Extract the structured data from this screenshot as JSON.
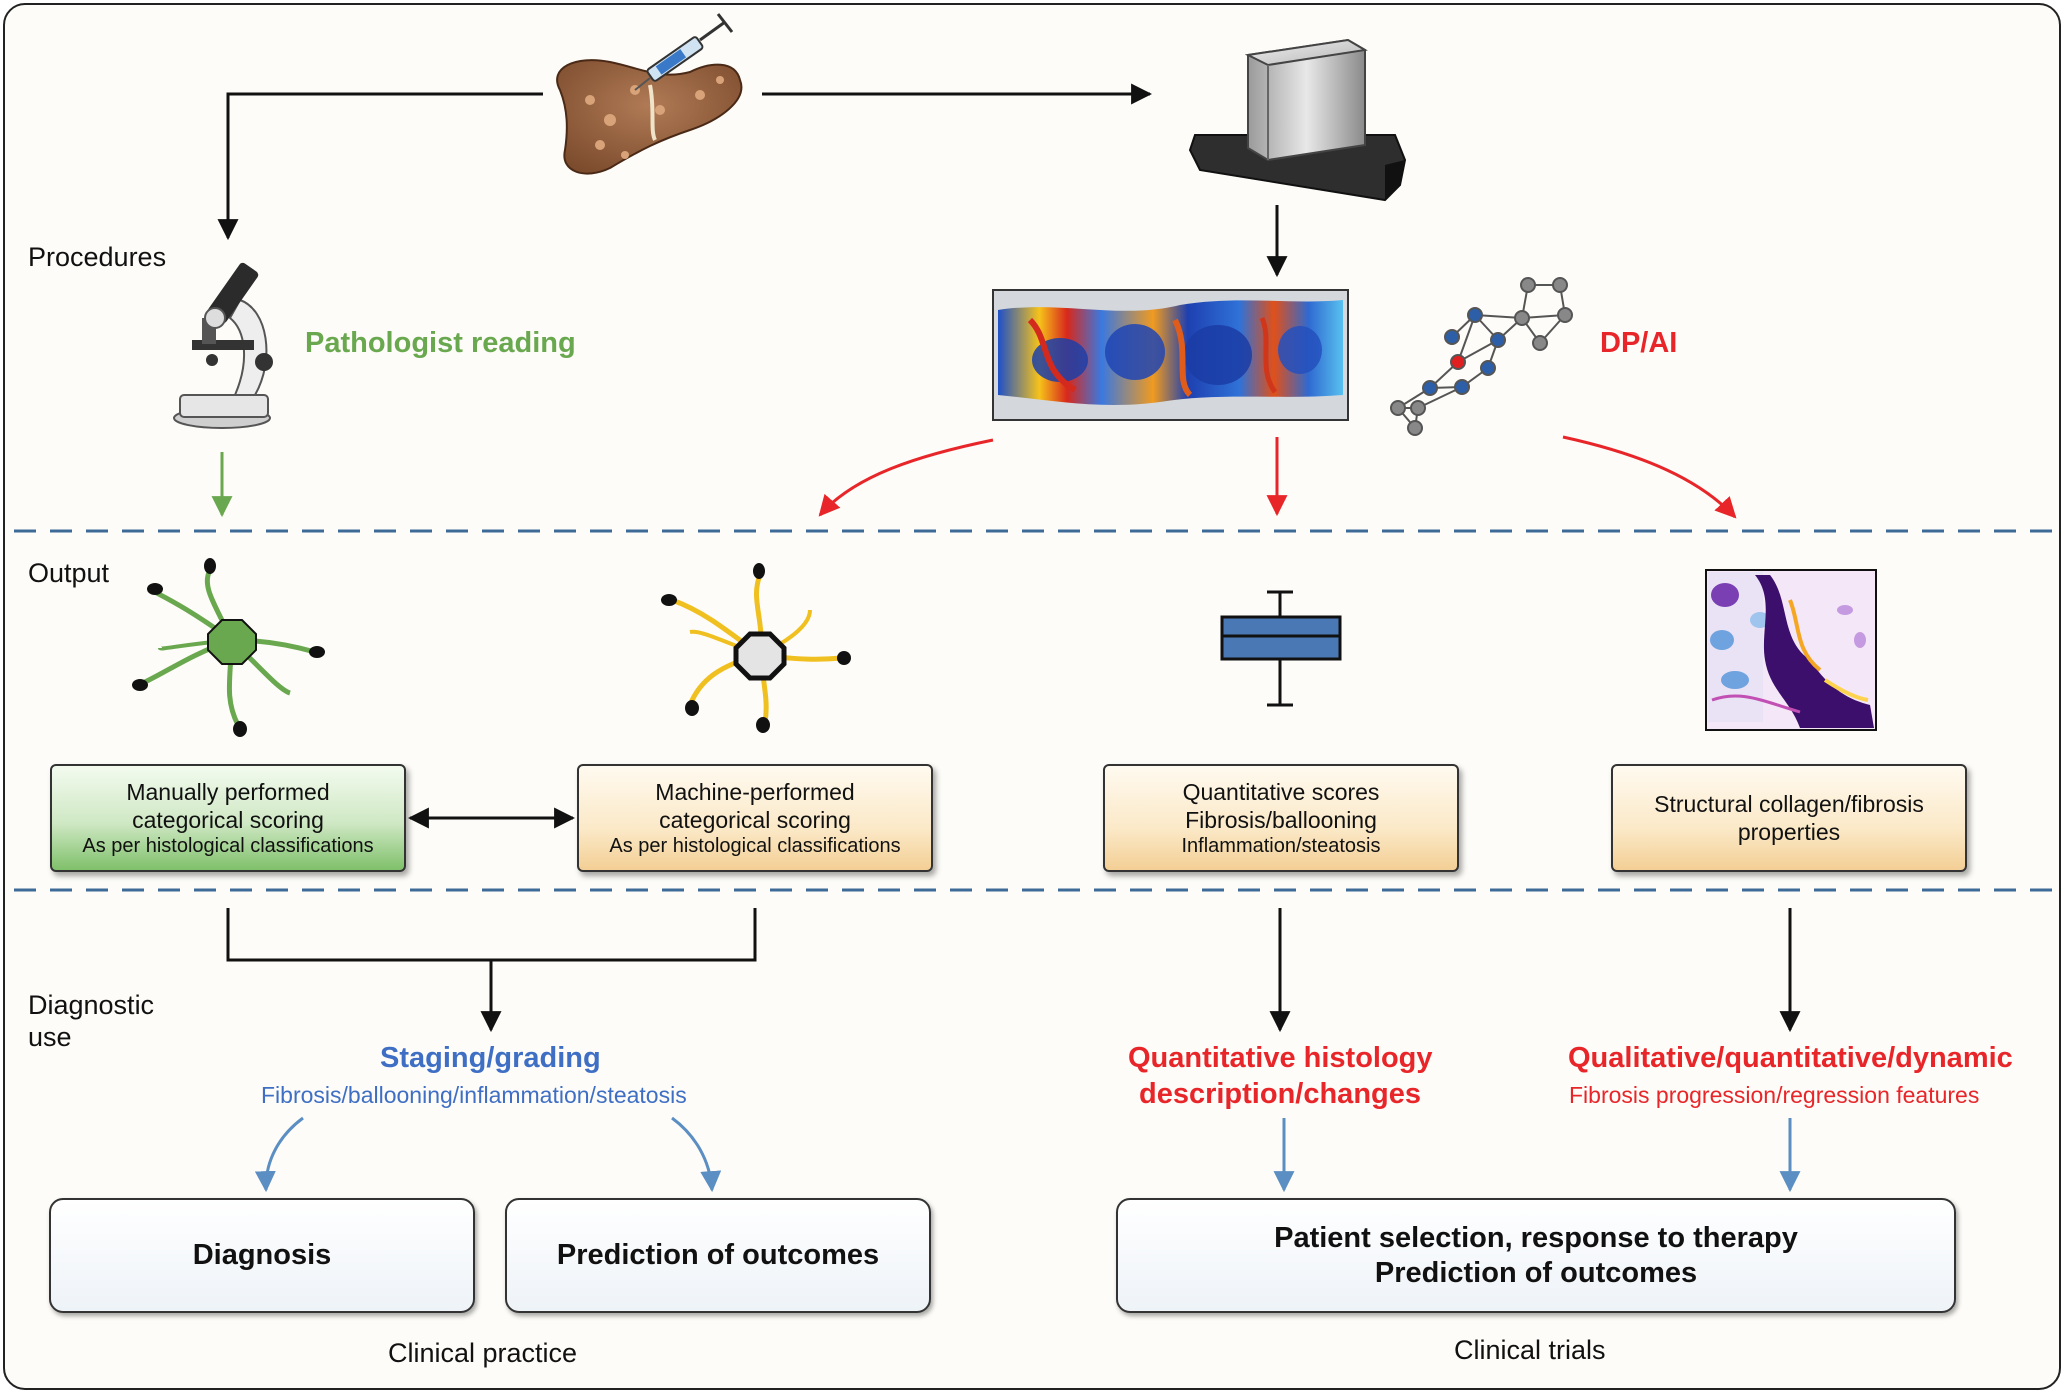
{
  "sections": {
    "procedures": "Procedures",
    "output": "Output",
    "diagnostic_use_line1": "Diagnostic",
    "diagnostic_use_line2": "use"
  },
  "procedures": {
    "pathologist_reading": "Pathologist reading",
    "dp_ai": "DP/AI"
  },
  "outputs": {
    "manual": {
      "line1": "Manually performed",
      "line2": "categorical scoring",
      "line3": "As per histological classifications"
    },
    "machine": {
      "line1": "Machine-performed",
      "line2": "categorical scoring",
      "line3": "As per histological classifications"
    },
    "quantitative": {
      "line1": "Quantitative scores",
      "line2": "Fibrosis/ballooning",
      "line3": "Inflammation/steatosis"
    },
    "structural": {
      "line1": "Structural collagen/fibrosis",
      "line2": "properties"
    }
  },
  "diagnostic": {
    "staging_title": "Staging/grading",
    "staging_sub": "Fibrosis/ballooning/inflammation/steatosis",
    "quant_title_line1": "Quantitative histology",
    "quant_title_line2": "description/changes",
    "qual_title": "Qualitative/quantitative/dynamic",
    "qual_sub": "Fibrosis progression/regression features"
  },
  "uses": {
    "diagnosis": "Diagnosis",
    "prediction": "Prediction of outcomes",
    "trials_line1": "Patient selection, response to therapy",
    "trials_line2": "Prediction of outcomes"
  },
  "footers": {
    "clinical_practice": "Clinical practice",
    "clinical_trials": "Clinical trials"
  },
  "colors": {
    "green": "#6aa84f",
    "red": "#e8262a",
    "blue": "#3f6fc4",
    "steel_blue": "#5b8ec2",
    "dashed_line": "#3d6a97"
  },
  "icons": [
    "liver-icon",
    "syringe-icon",
    "slide-scanner-icon",
    "microscope-icon",
    "heatmap-image",
    "network-graph-icon",
    "green-cell-icon",
    "yellow-cell-icon",
    "boxplot-icon",
    "collagen-image"
  ]
}
